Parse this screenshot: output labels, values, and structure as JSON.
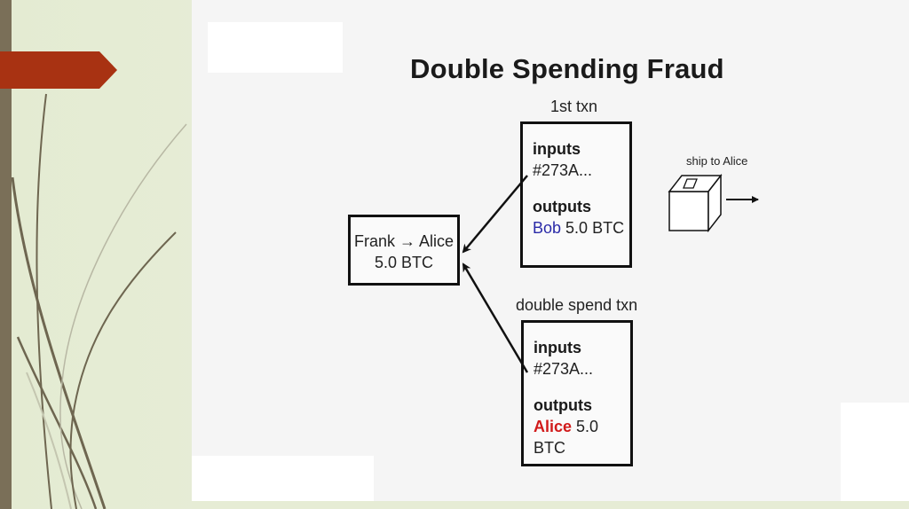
{
  "slide": {
    "title": "Double Spending Fraud",
    "colors": {
      "accent_tab": "#a83212",
      "side_bar": "#7a6f58",
      "bob": "#2a2aa8",
      "alice": "#d11a1a"
    }
  },
  "diagram": {
    "source_tx": {
      "line1": "Frank → Alice",
      "line2": "5.0 BTC"
    },
    "first_txn": {
      "caption": "1st txn",
      "inputs_label": "inputs",
      "input_value": "#273A...",
      "outputs_label": "outputs",
      "recipient": "Bob",
      "amount": "5.0 BTC"
    },
    "double_spend_txn": {
      "caption": "double spend txn",
      "inputs_label": "inputs",
      "input_value": "#273A...",
      "outputs_label": "outputs",
      "recipient": "Alice",
      "amount": "5.0 BTC"
    },
    "shipping": {
      "caption": "ship to Alice",
      "icon": "package-box-icon"
    }
  }
}
